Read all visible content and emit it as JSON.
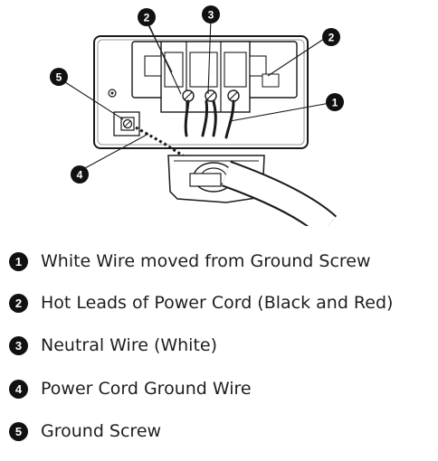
{
  "callouts": [
    {
      "number": "1"
    },
    {
      "number": "2"
    },
    {
      "number": "2"
    },
    {
      "number": "3"
    },
    {
      "number": "4"
    },
    {
      "number": "5"
    }
  ],
  "legend": [
    {
      "number": "1",
      "text": "White Wire moved from Ground Screw"
    },
    {
      "number": "2",
      "text": "Hot Leads of Power Cord (Black and Red)"
    },
    {
      "number": "3",
      "text": "Neutral Wire (White)"
    },
    {
      "number": "4",
      "text": "Power Cord Ground Wire"
    },
    {
      "number": "5",
      "text": "Ground Screw"
    }
  ]
}
